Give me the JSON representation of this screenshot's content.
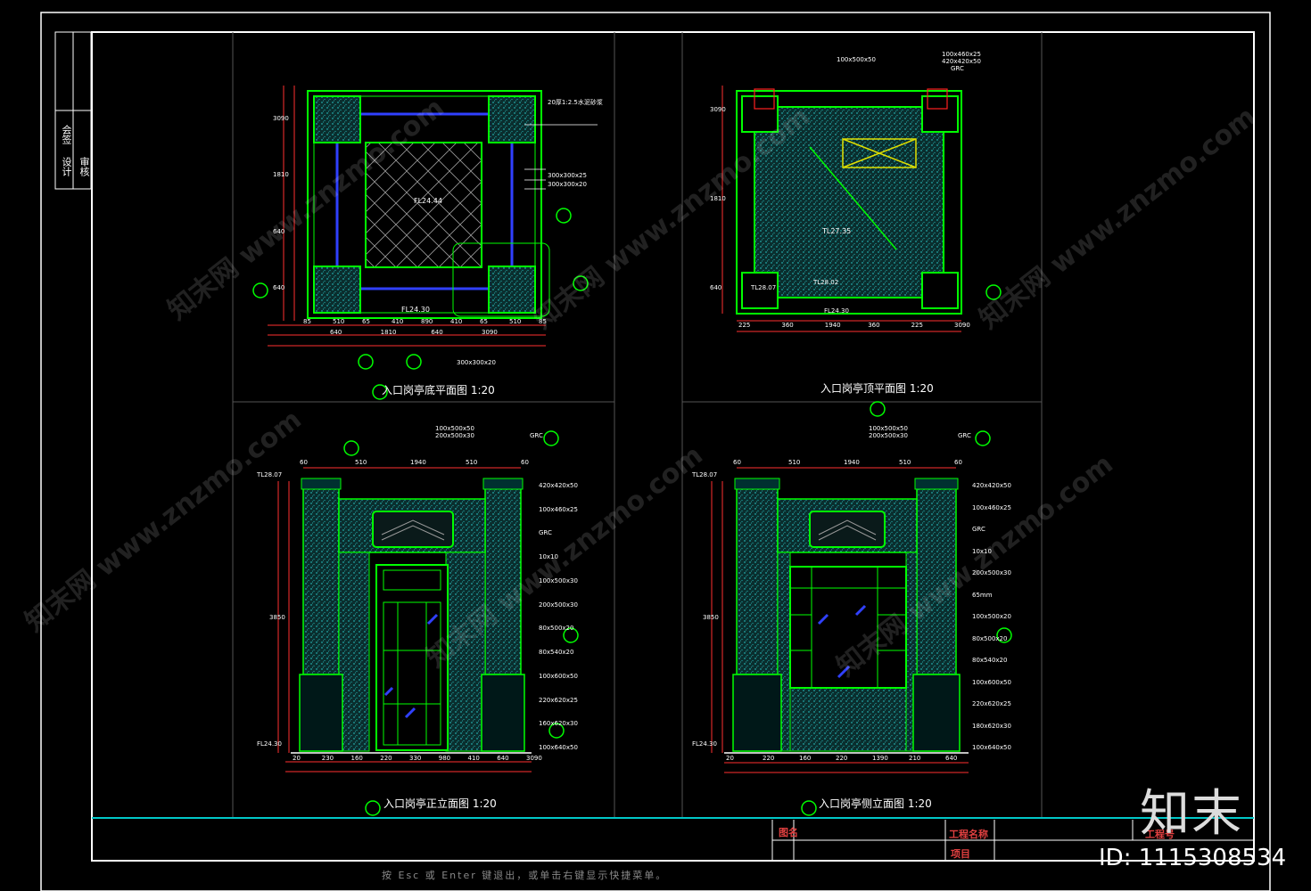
{
  "drawing": {
    "titles": {
      "floor_plan": "入口岗亭底平面图 1:20",
      "ceiling_plan": "入口岗亭顶平面图 1:20",
      "front_elevation": "入口岗亭正立面图 1:20",
      "side_elevation": "入口岗亭侧立面图 1:20"
    },
    "floor_plan": {
      "level_center": "FL24.44",
      "level_bottom": "FL24.30",
      "notes": [
        "20厚1:2.5水泥砂浆",
        "300x300x25",
        "300x300x20",
        "300x300x20"
      ],
      "dims_bottom": [
        "85",
        "510",
        "65",
        "410",
        "890",
        "410",
        "65",
        "510",
        "85"
      ],
      "dims_total": [
        "640",
        "1810",
        "640",
        "3090"
      ],
      "dims_left": [
        "3090",
        "1810",
        "640",
        "640"
      ]
    },
    "ceiling_plan": {
      "notes": [
        "100x500x50",
        "100x460x25",
        "420x420x50",
        "GRC"
      ],
      "levels": [
        "TL27.35",
        "TL28.07",
        "TL28.02",
        "FL24.30"
      ],
      "dims_bottom": [
        "225",
        "360",
        "1940",
        "360",
        "225",
        "3090"
      ],
      "dims_left": [
        "3090",
        "1810",
        "640"
      ]
    },
    "front_elevation": {
      "top_notes": [
        "100x500x50",
        "200x500x30",
        "GRC"
      ],
      "dims_top": [
        "60",
        "510",
        "1940",
        "510",
        "60"
      ],
      "right_notes": [
        "420x420x50",
        "100x460x25",
        "GRC",
        "10x10",
        "100x500x30",
        "200x500x30",
        "80x500x20",
        "80x540x20",
        "100x600x50",
        "220x620x25",
        "160x620x30",
        "100x640x50"
      ],
      "levels": [
        "TL28.07",
        "FL24.30"
      ],
      "dims_bottom": [
        "20",
        "230",
        "160",
        "220",
        "330",
        "980",
        "410",
        "640",
        "3090"
      ],
      "dims_left": [
        "3850"
      ]
    },
    "side_elevation": {
      "top_notes": [
        "100x500x50",
        "200x500x30",
        "GRC"
      ],
      "dims_top": [
        "60",
        "510",
        "1940",
        "510",
        "60"
      ],
      "right_notes": [
        "420x420x50",
        "100x460x25",
        "GRC",
        "10x10",
        "200x500x30",
        "65mm",
        "100x500x20",
        "80x500x20",
        "80x540x20",
        "100x600x50",
        "220x620x25",
        "180x620x30",
        "100x640x50"
      ],
      "levels": [
        "TL28.07",
        "FL24.30"
      ],
      "dims_bottom": [
        "20",
        "220",
        "160",
        "220",
        "1390",
        "210",
        "640"
      ],
      "dims_left": [
        "3850"
      ]
    },
    "title_block": {
      "drawing_name": "图名",
      "project_name": "工程名称",
      "project": "项目",
      "job_no": "工程号"
    },
    "side_strip": [
      "会签",
      "设计",
      "审核"
    ]
  },
  "overlay": {
    "brand": "知末",
    "id_text": "ID: 1115308534",
    "watermark": "知末网 www.znzmo.com",
    "command_line": "按 Esc 或 Enter 键退出，或单击右键显示快捷菜单。"
  },
  "colors": {
    "background": "#000000",
    "frame": "#ffffff",
    "outline": "#00ff00",
    "fill": "#00bfbf",
    "accent": "#ff2020",
    "blue": "#3040ff",
    "yellow": "#e0e000"
  }
}
